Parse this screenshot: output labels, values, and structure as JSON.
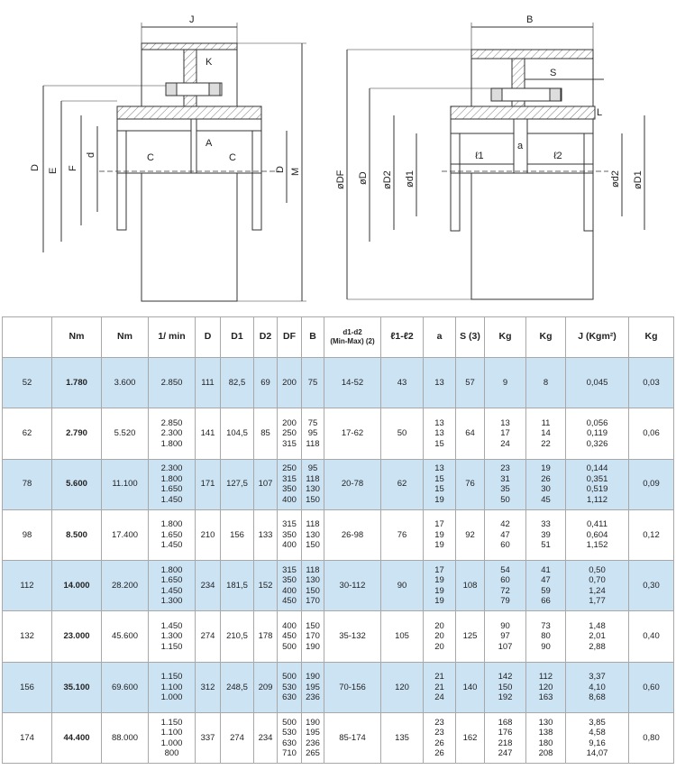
{
  "drawing_labels": {
    "left": [
      "J",
      "K",
      "A",
      "C",
      "C",
      "D",
      "E",
      "F",
      "d",
      "D",
      "M"
    ],
    "right": [
      "B",
      "S",
      "L",
      "ℓ1",
      "ℓ2",
      "a",
      "øDF",
      "øD",
      "øD2",
      "ød1",
      "ød2",
      "øD1"
    ]
  },
  "table": {
    "headers": [
      "",
      "Nm",
      "Nm",
      "1/ min",
      "D",
      "D1",
      "D2",
      "DF",
      "B",
      "d1-d2\n(Min-Max) (2)",
      "ℓ1-ℓ2",
      "a",
      "S (3)",
      "Kg",
      "Kg",
      "J (Kgm²)",
      "Kg"
    ],
    "rows": [
      [
        "52",
        "1.780",
        "3.600",
        "2.850",
        "111",
        "82,5",
        "69",
        "200",
        "75",
        "14-52",
        "43",
        "13",
        "57",
        "9",
        "8",
        "0,045",
        "0,03"
      ],
      [
        "62",
        "2.790",
        "5.520",
        "2.850\n2.300\n1.800",
        "141",
        "104,5",
        "85",
        "200\n250\n315",
        "75\n95\n118",
        "17-62",
        "50",
        "13\n13\n15",
        "64",
        "13\n17\n24",
        "11\n14\n22",
        "0,056\n0,119\n0,326",
        "0,06"
      ],
      [
        "78",
        "5.600",
        "11.100",
        "2.300\n1.800\n1.650\n1.450",
        "171",
        "127,5",
        "107",
        "250\n315\n350\n400",
        "95\n118\n130\n150",
        "20-78",
        "62",
        "13\n15\n15\n19",
        "76",
        "23\n31\n35\n50",
        "19\n26\n30\n45",
        "0,144\n0,351\n0,519\n1,112",
        "0,09"
      ],
      [
        "98",
        "8.500",
        "17.400",
        "1.800\n1.650\n1.450",
        "210",
        "156",
        "133",
        "315\n350\n400",
        "118\n130\n150",
        "26-98",
        "76",
        "17\n19\n19",
        "92",
        "42\n47\n60",
        "33\n39\n51",
        "0,411\n0,604\n1,152",
        "0,12"
      ],
      [
        "112",
        "14.000",
        "28.200",
        "1.800\n1.650\n1.450\n1.300",
        "234",
        "181,5",
        "152",
        "315\n350\n400\n450",
        "118\n130\n150\n170",
        "30-112",
        "90",
        "17\n19\n19\n19",
        "108",
        "54\n60\n72\n79",
        "41\n47\n59\n66",
        "0,50\n0,70\n1,24\n1,77",
        "0,30"
      ],
      [
        "132",
        "23.000",
        "45.600",
        "1.450\n1.300\n1.150",
        "274",
        "210,5",
        "178",
        "400\n450\n500",
        "150\n170\n190",
        "35-132",
        "105",
        "20\n20\n20",
        "125",
        "90\n97\n107",
        "73\n80\n90",
        "1,48\n2,01\n2,88",
        "0,40"
      ],
      [
        "156",
        "35.100",
        "69.600",
        "1.150\n1.100\n1.000",
        "312",
        "248,5",
        "209",
        "500\n530\n630",
        "190\n195\n236",
        "70-156",
        "120",
        "21\n21\n24",
        "140",
        "142\n150\n192",
        "112\n120\n163",
        "3,37\n4,10\n8,68",
        "0,60"
      ],
      [
        "174",
        "44.400",
        "88.000",
        "1.150\n1.100\n1.000\n800",
        "337",
        "274",
        "234",
        "500\n530\n630\n710",
        "190\n195\n236\n265",
        "85-174",
        "135",
        "23\n23\n26\n26",
        "162",
        "168\n176\n218\n247",
        "130\n138\n180\n208",
        "3,85\n4,58\n9,16\n14,07",
        "0,80"
      ]
    ],
    "colors": {
      "shade": "#cce3f4",
      "border": "#a8a8a8"
    }
  }
}
